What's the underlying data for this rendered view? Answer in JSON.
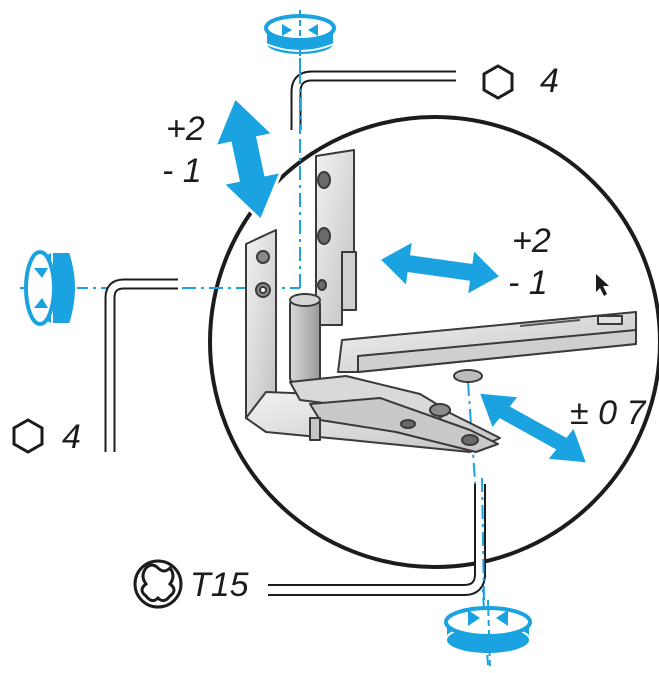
{
  "labels": {
    "vertical_adjust_plus": "+2",
    "vertical_adjust_minus": "- 1",
    "horizontal_adjust_plus": "+2",
    "horizontal_adjust_minus": "- 1",
    "depth_adjust": "± 0 7",
    "hex_key_top_size": "4",
    "hex_key_left_size": "4",
    "torx_size": "T15"
  },
  "icons": {
    "hex_top": "hexagon-icon",
    "hex_left": "hexagon-icon",
    "torx": "torx-star-icon",
    "rotate_top": "rotate-arrows-icon",
    "rotate_left": "rotate-arrows-icon",
    "rotate_bottom": "rotate-arrows-icon",
    "cursor": "mouse-cursor-icon"
  },
  "colors": {
    "accent_blue": "#1aa3e0",
    "ink": "#1c1c1c",
    "metal_light": "#e4e4e4",
    "metal_mid": "#c4c4c4",
    "metal_dark": "#8a8a8a"
  }
}
